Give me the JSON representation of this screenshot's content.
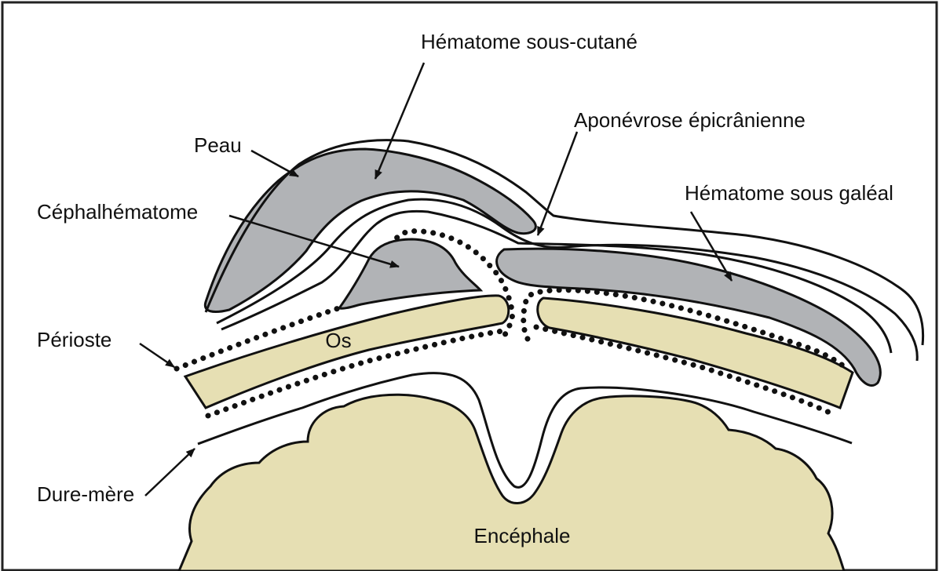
{
  "labels": {
    "hematome_sous_cutane": "Hématome sous-cutané",
    "aponevrose": "Aponévrose épicrânienne",
    "peau": "Peau",
    "hematome_sous_galeal": "Hématome sous galéal",
    "cephalhematome": "Céphalhématome",
    "perioste": "Périoste",
    "os": "Os",
    "dure_mere": "Dure-mère",
    "encephale": "Encéphale"
  },
  "colors": {
    "hematoma_fill": "#b1b3b6",
    "bone_fill": "#e6dfb3",
    "brain_fill": "#e6dfb3",
    "line": "#111111",
    "frame": "#222222"
  }
}
